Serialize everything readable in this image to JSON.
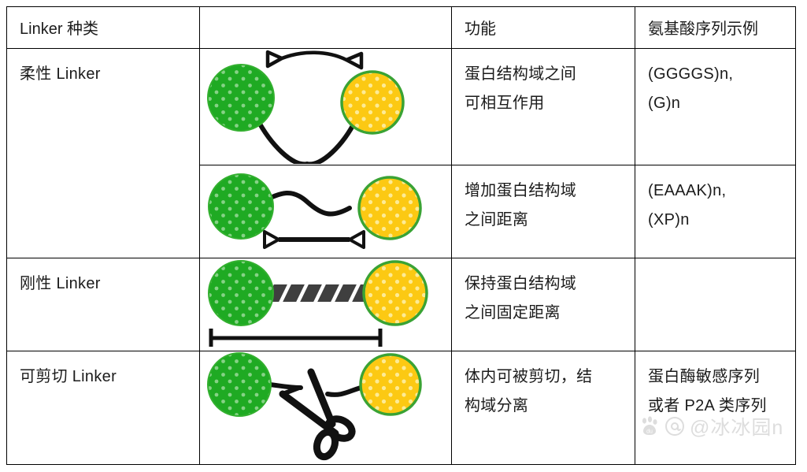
{
  "table": {
    "columns": [
      {
        "key": "type",
        "header": "Linker 种类"
      },
      {
        "key": "diagram",
        "header": ""
      },
      {
        "key": "function",
        "header": "功能"
      },
      {
        "key": "sequence",
        "header": "氨基酸序列示例"
      }
    ],
    "rows": [
      {
        "type": "柔性 Linker",
        "diagram": "flexible-bent-linker-diagram",
        "function": "蛋白结构域之间\n可相互作用",
        "sequence": "(GGGGS)n,\n(G)n"
      },
      {
        "type": "",
        "diagram": "flexible-extended-linker-diagram",
        "function": "增加蛋白结构域\n之间距离",
        "sequence": "(EAAAK)n,\n(XP)n"
      },
      {
        "type": "刚性 Linker",
        "diagram": "rigid-helix-linker-diagram",
        "function": "保持蛋白结构域\n之间固定距离",
        "sequence": ""
      },
      {
        "type": "可剪切 Linker",
        "diagram": "cleavable-scissors-linker-diagram",
        "function": "体内可被剪切，结\n构域分离",
        "sequence": "蛋白酶敏感序列\n或者 P2A 类序列"
      }
    ]
  },
  "watermark": {
    "logo": "baidu-paw-icon",
    "text": "@冰冰园n"
  },
  "colors": {
    "domain_green": "#1faa23",
    "domain_green_dots": "#7ed07f",
    "domain_yellow": "#fcc913",
    "domain_yellow_dots": "#fde88a",
    "domain_yellow_border": "#3aa334",
    "rigid_bar": "#3f3f3f",
    "line_black": "#111111",
    "border": "#000000"
  }
}
